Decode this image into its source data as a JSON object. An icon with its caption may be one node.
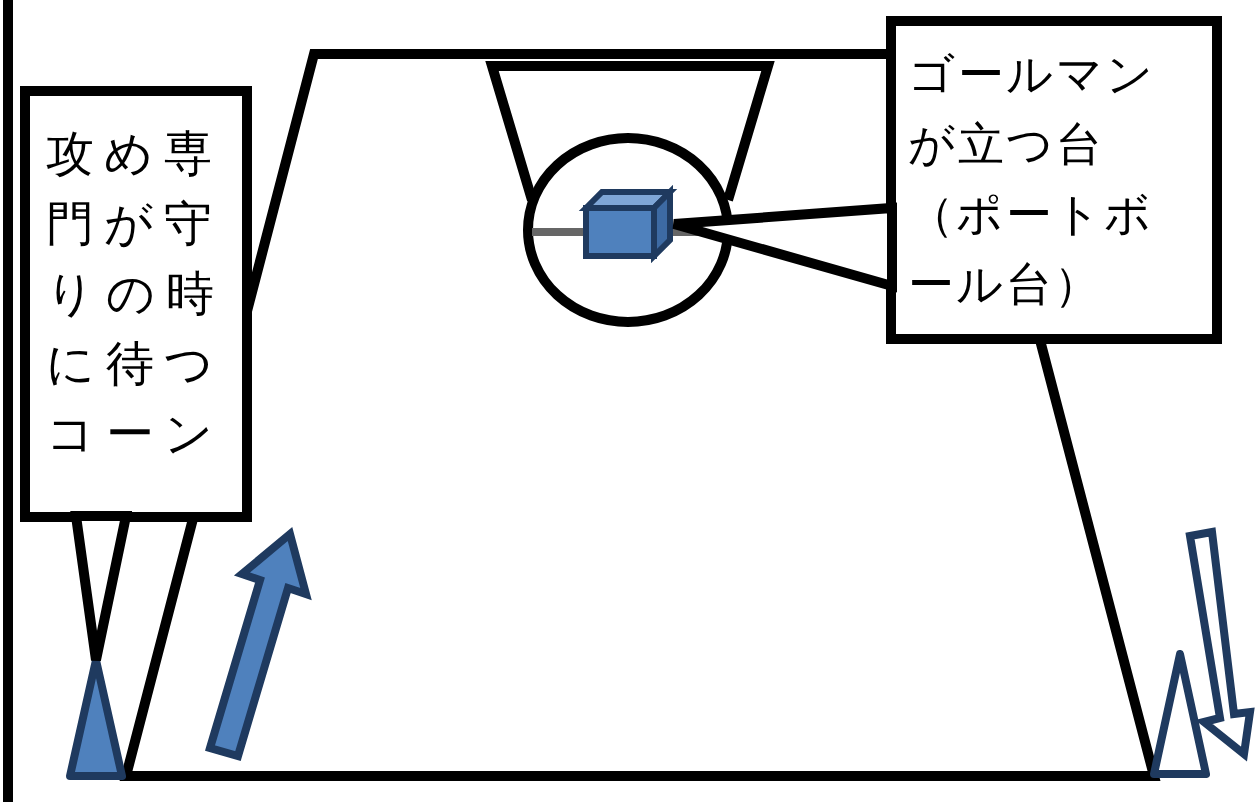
{
  "diagram": {
    "nodes": [
      {
        "text": [
          "攻め専門が守りの時に待つコーン"
        ]
      },
      {
        "text": [
          "ゴールマンが立つ台（ポートボール台）"
        ]
      },
      {
        "text": [],
        "shape": "triangle"
      },
      {
        "text": [],
        "shape": "box"
      },
      {
        "text": [],
        "shape": "triangle"
      }
    ],
    "edges": [
      {
        "from": 0,
        "to": 2,
        "arrow": "none"
      },
      {
        "from": 1,
        "to": 3,
        "arrow": "none"
      }
    ]
  }
}
